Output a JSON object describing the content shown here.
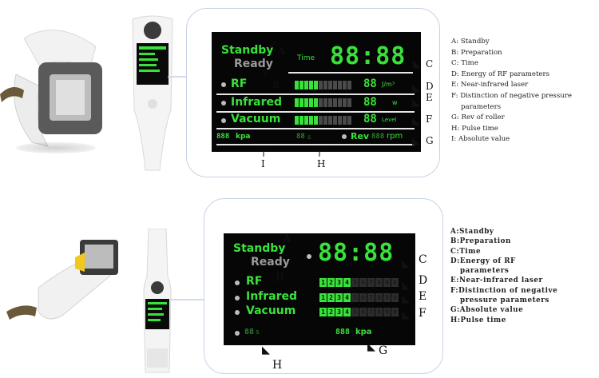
{
  "top_panel": {
    "lcd": {
      "standby_label": "Standby",
      "ready_label": "Ready",
      "time_label": "Time",
      "time_digits": "88:88",
      "rf_label": "RF",
      "rf_value": "88",
      "rf_unit": "J/m³",
      "infrared_label": "Infrared",
      "infrared_value": "88",
      "infrared_unit": "w",
      "vacuum_label": "Vacuum",
      "vacuum_value": "88",
      "vacuum_unit": "Level",
      "kpa_value": "888",
      "kpa_unit": "kpa",
      "seconds_value": "88",
      "seconds_unit": "s",
      "rev_label": "Rev",
      "rev_value": "888",
      "rev_unit": "rpm"
    },
    "markers": {
      "a": "A",
      "b": "B",
      "c": "C",
      "d": "D",
      "e": "E",
      "f": "F",
      "g": "G",
      "h": "H",
      "i": "I"
    },
    "legend": [
      "A: Standby",
      "B: Preparation",
      "C: Time",
      "D: Energy of RF parameters",
      "E: Near-infrared laser",
      "F: Distinction of negative pressure",
      "parameters",
      "G: Rev of roller",
      "H: Pulse time",
      "I: Absolute value"
    ]
  },
  "bottom_panel": {
    "lcd": {
      "standby_label": "Standby",
      "ready_label": "Ready",
      "time_digits": "88:88",
      "rf_label": "RF",
      "infrared_label": "Infrared",
      "vacuum_label": "Vacuum",
      "scale_digits": [
        "1",
        "2",
        "3",
        "4",
        "5",
        "6",
        "7",
        "8",
        "9",
        "0"
      ],
      "seconds_value": "88",
      "seconds_unit": "s",
      "kpa_value": "888",
      "kpa_unit": "kpa"
    },
    "markers": {
      "a": "A",
      "b": "B",
      "c": "C",
      "d": "D",
      "e": "E",
      "f": "F",
      "g": "G",
      "h": "H"
    },
    "legend": [
      "A:Standby",
      "B:Preparation",
      "C:Time",
      "D:Energy of RF",
      "parameters",
      "E:Near-infrared laser",
      "F:Distinction of negative",
      "pressure parameters",
      "G:Absolute value",
      "H:Pulse time"
    ]
  },
  "colors": {
    "lcd_green": "#39e23a",
    "lcd_bg": "#060606",
    "callout_border": "#c8d2e4"
  }
}
